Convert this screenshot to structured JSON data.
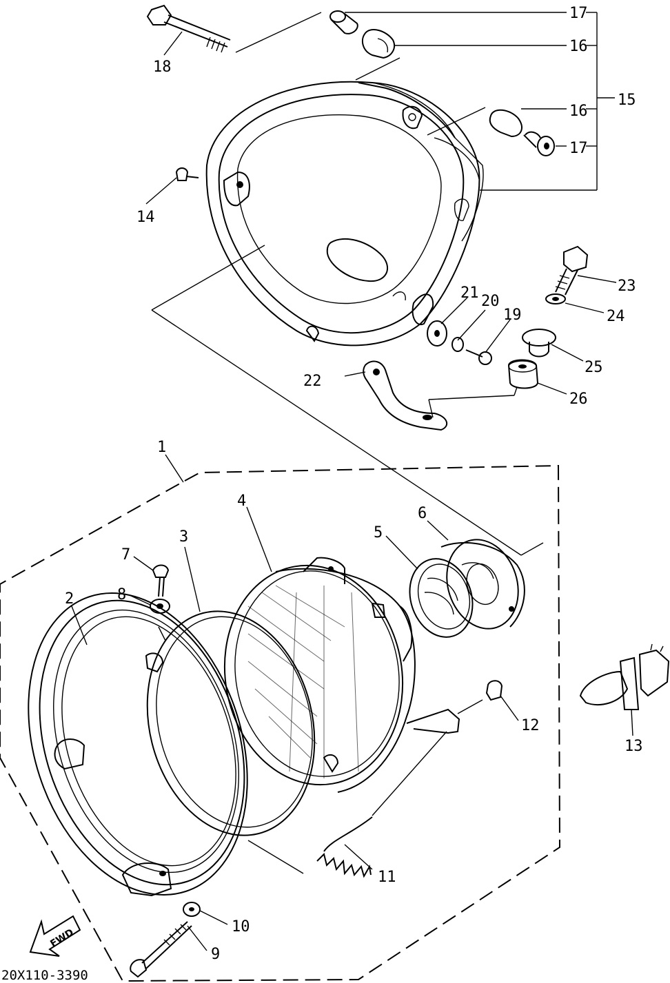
{
  "diagram_code": "20X110-3390",
  "fwd_label": "FWD",
  "parts": [
    {
      "key": "p1",
      "number": "1"
    },
    {
      "key": "p2",
      "number": "2"
    },
    {
      "key": "p3",
      "number": "3"
    },
    {
      "key": "p4",
      "number": "4"
    },
    {
      "key": "p5",
      "number": "5"
    },
    {
      "key": "p6",
      "number": "6"
    },
    {
      "key": "p7",
      "number": "7"
    },
    {
      "key": "p8",
      "number": "8"
    },
    {
      "key": "p9",
      "number": "9"
    },
    {
      "key": "p10",
      "number": "10"
    },
    {
      "key": "p11",
      "number": "11"
    },
    {
      "key": "p12",
      "number": "12"
    },
    {
      "key": "p13",
      "number": "13"
    },
    {
      "key": "p14",
      "number": "14"
    },
    {
      "key": "p15",
      "number": "15"
    },
    {
      "key": "p16a",
      "number": "16"
    },
    {
      "key": "p16b",
      "number": "16"
    },
    {
      "key": "p17a",
      "number": "17"
    },
    {
      "key": "p17b",
      "number": "17"
    },
    {
      "key": "p18",
      "number": "18"
    },
    {
      "key": "p19",
      "number": "19"
    },
    {
      "key": "p20",
      "number": "20"
    },
    {
      "key": "p21",
      "number": "21"
    },
    {
      "key": "p22",
      "number": "22"
    },
    {
      "key": "p23",
      "number": "23"
    },
    {
      "key": "p24",
      "number": "24"
    },
    {
      "key": "p25",
      "number": "25"
    },
    {
      "key": "p26",
      "number": "26"
    }
  ]
}
